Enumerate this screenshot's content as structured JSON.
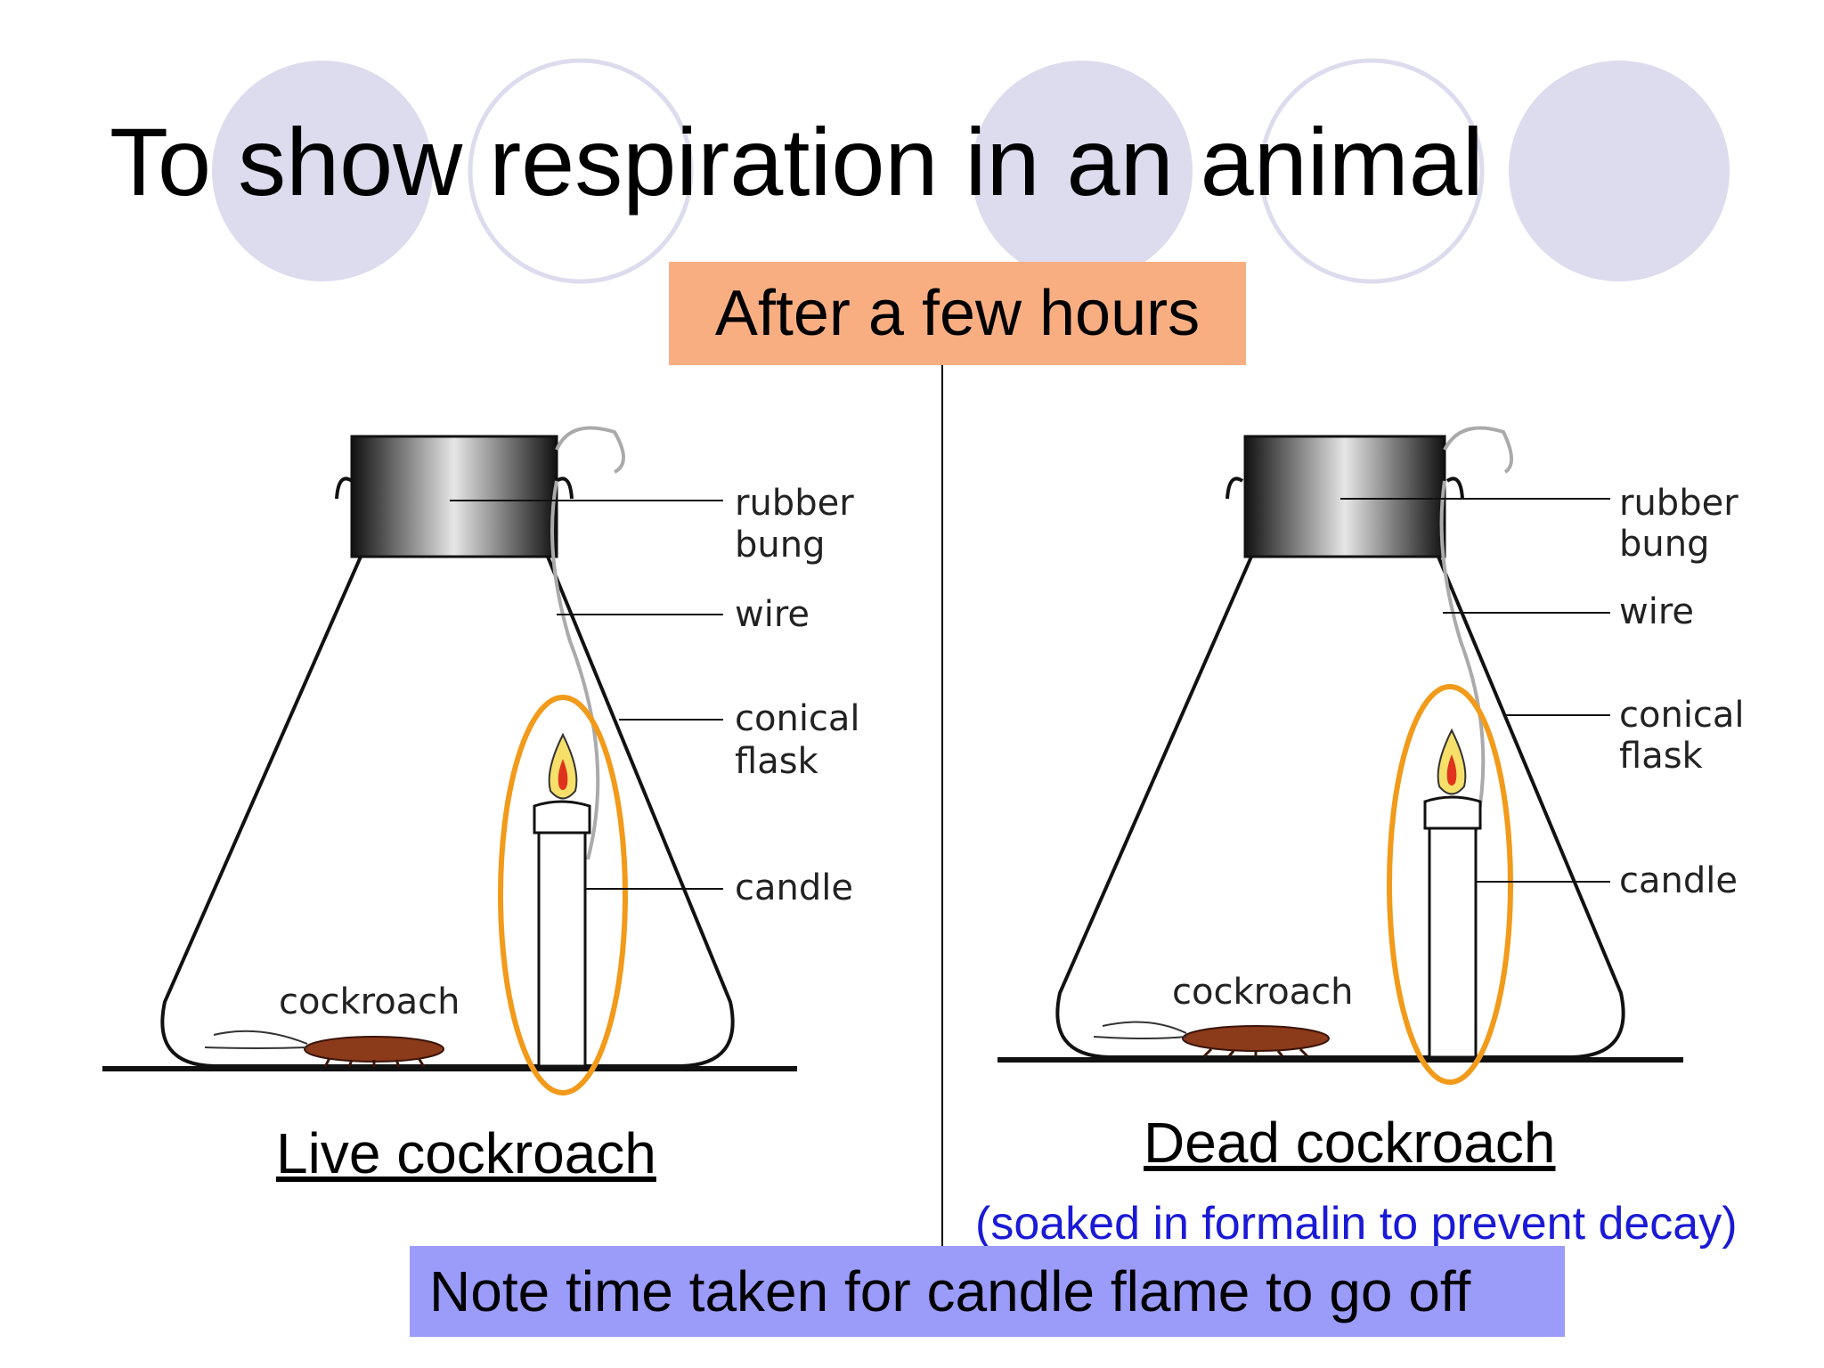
{
  "slide": {
    "title": "To show respiration in an animal",
    "subtitle": "After a few hours",
    "colors": {
      "subtitle_bg": "#f9ae82",
      "note_bg": "#9b9bfa",
      "highlight_ellipse": "#f29a1a",
      "deco_circle": "#dcdcee",
      "note_sub_text": "#1a1ad6"
    }
  },
  "left_diagram": {
    "labels": {
      "bung_1": "rubber",
      "bung_2": "bung",
      "wire": "wire",
      "flask_1": "conical",
      "flask_2": "flask",
      "candle": "candle",
      "animal": "cockroach"
    },
    "caption": "Live cockroach"
  },
  "right_diagram": {
    "labels": {
      "bung_1": "rubber",
      "bung_2": "bung",
      "wire": "wire",
      "flask_1": "conical",
      "flask_2": "flask",
      "candle": "candle",
      "animal": "cockroach"
    },
    "caption": "Dead cockroach",
    "caption_note": "(soaked in formalin to prevent decay)"
  },
  "note": "Note time taken for candle flame to go off"
}
